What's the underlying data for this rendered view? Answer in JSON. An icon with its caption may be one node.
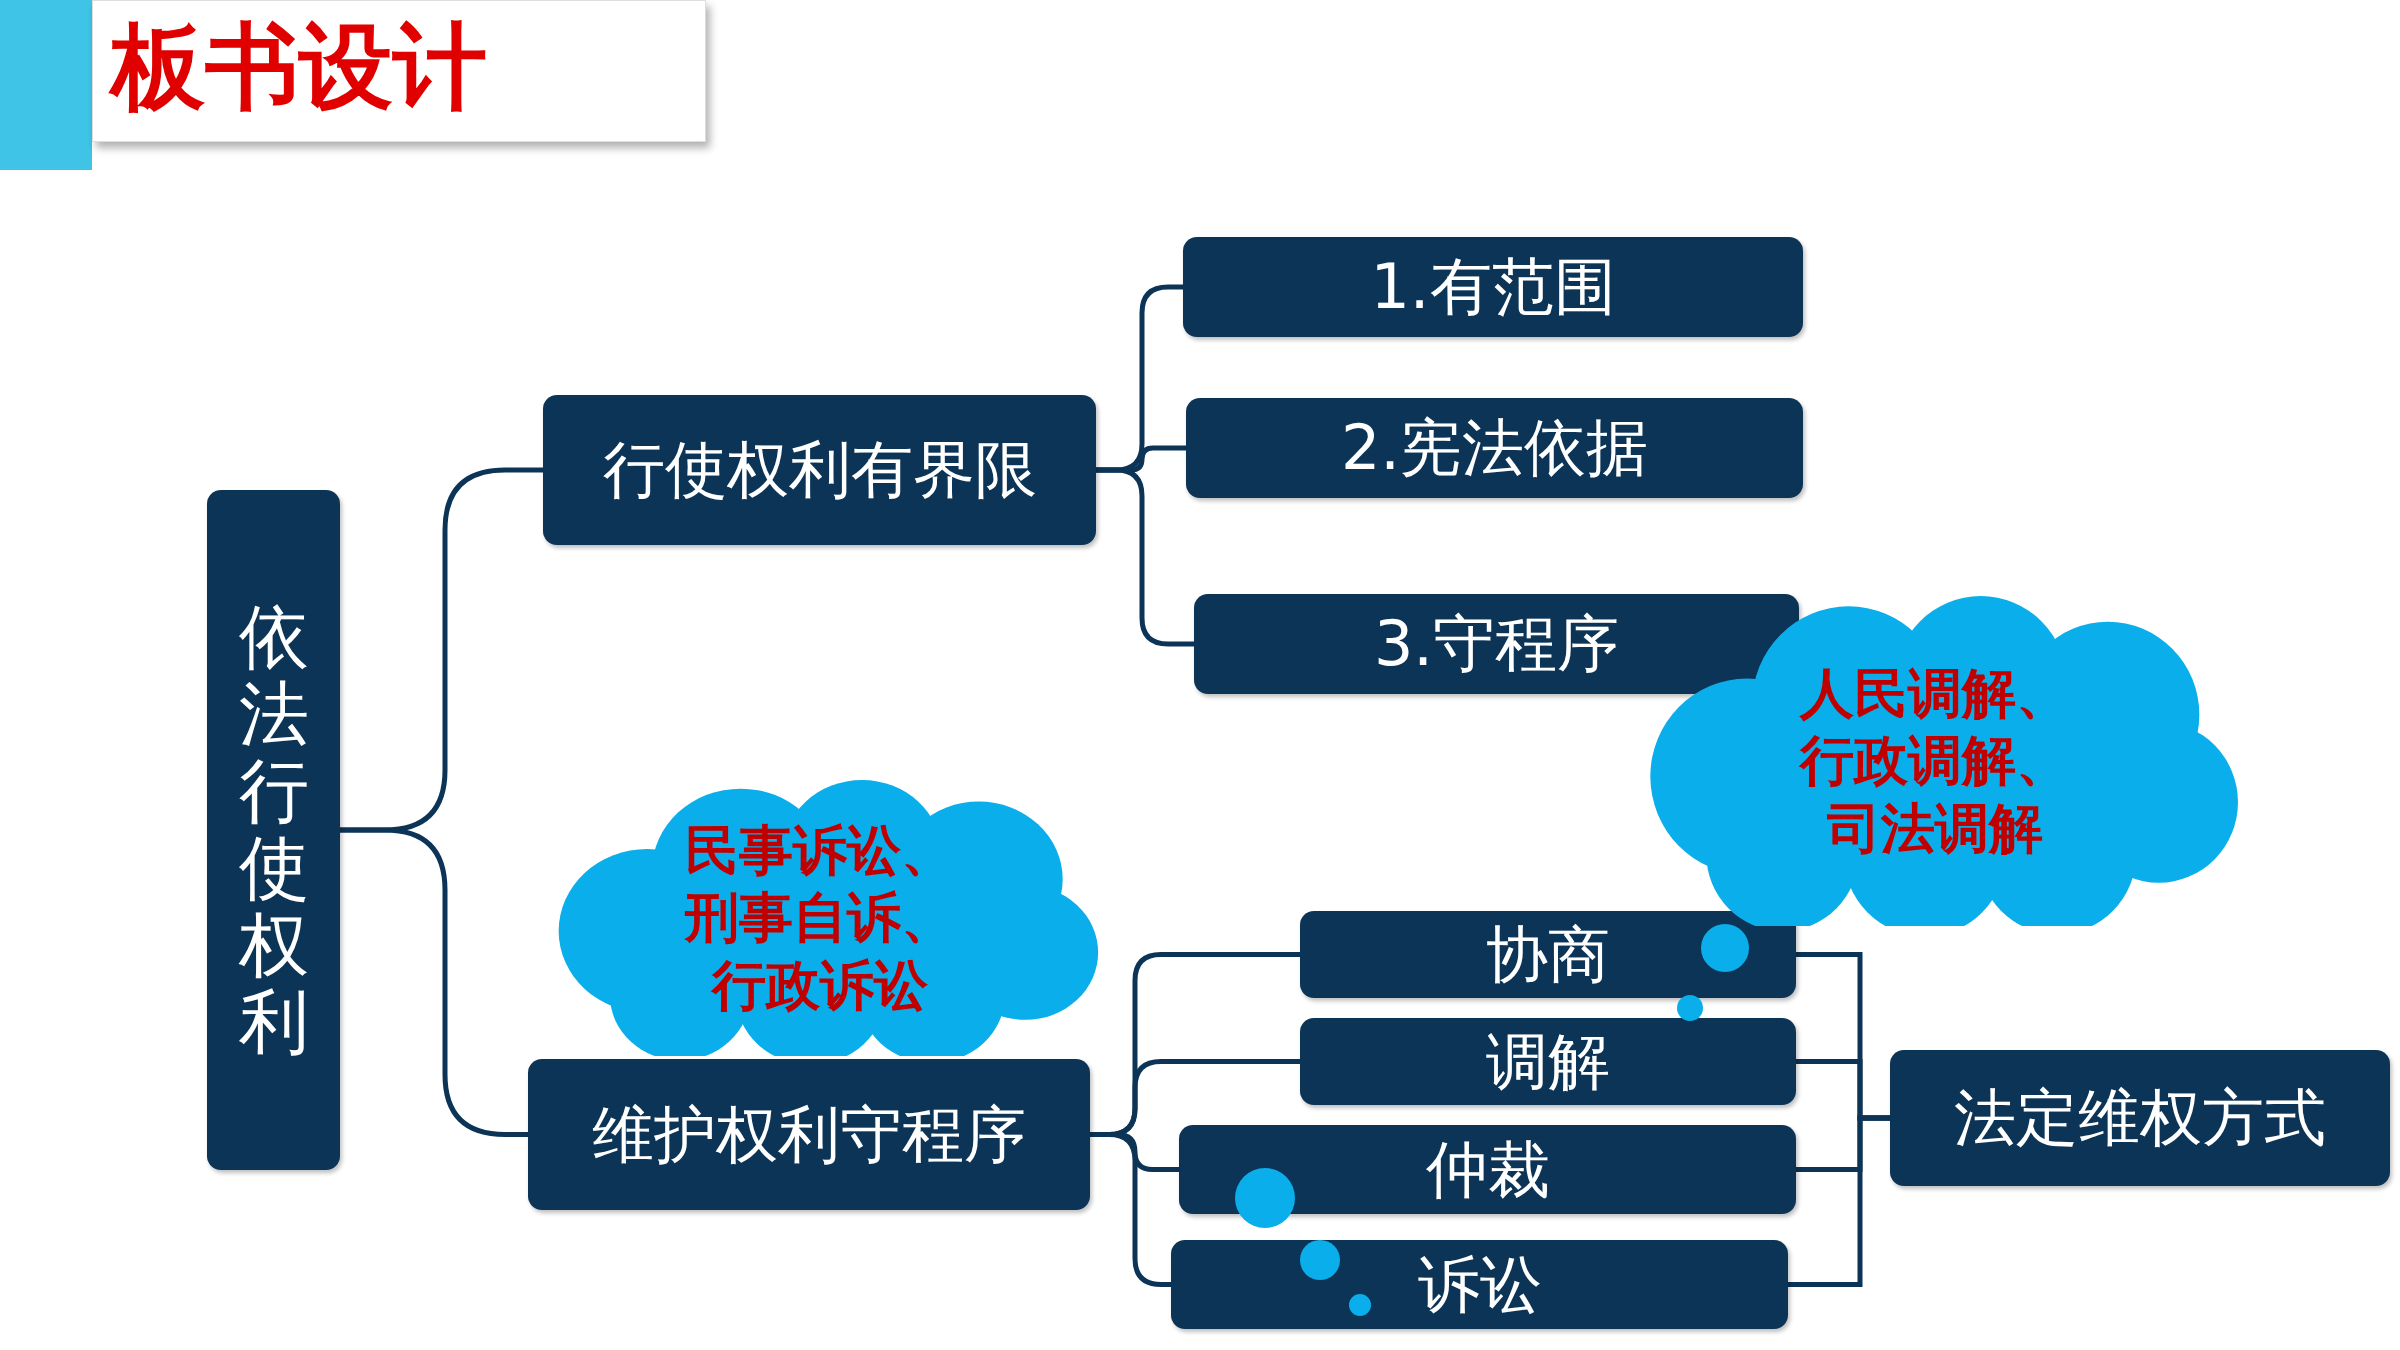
{
  "diagram": {
    "title": "板书设计",
    "nodes": [
      {
        "text": [
          "依法行使权利"
        ]
      },
      {
        "text": [
          "行使权利有界限"
        ]
      },
      {
        "text": [
          "1.有范围"
        ]
      },
      {
        "text": [
          "2.宪法依据"
        ]
      },
      {
        "text": [
          "3.守程序"
        ]
      },
      {
        "text": [
          "维护权利守程序"
        ]
      },
      {
        "text": [
          "协商"
        ]
      },
      {
        "text": [
          "调解"
        ]
      },
      {
        "text": [
          "仲裁"
        ]
      },
      {
        "text": [
          "诉讼"
        ]
      },
      {
        "text": [
          "法定维权方式"
        ]
      },
      {
        "text": [
          "人民调解、行政调解、司法调解"
        ]
      },
      {
        "text": [
          "民事诉讼、刑事自诉、行政诉讼"
        ]
      }
    ],
    "edges": [
      {
        "from": 0,
        "to": 1,
        "arrow": "none"
      },
      {
        "from": 0,
        "to": 5,
        "arrow": "none"
      },
      {
        "from": 1,
        "to": 2,
        "arrow": "none"
      },
      {
        "from": 1,
        "to": 3,
        "arrow": "none"
      },
      {
        "from": 1,
        "to": 4,
        "arrow": "none"
      },
      {
        "from": 5,
        "to": 6,
        "arrow": "none"
      },
      {
        "from": 5,
        "to": 7,
        "arrow": "none"
      },
      {
        "from": 5,
        "to": 8,
        "arrow": "none"
      },
      {
        "from": 5,
        "to": 9,
        "arrow": "none"
      },
      {
        "from": 10,
        "to": 6,
        "arrow": "none"
      },
      {
        "from": 10,
        "to": 7,
        "arrow": "none"
      },
      {
        "from": 10,
        "to": 8,
        "arrow": "none"
      },
      {
        "from": 10,
        "to": 9,
        "arrow": "none"
      }
    ]
  }
}
